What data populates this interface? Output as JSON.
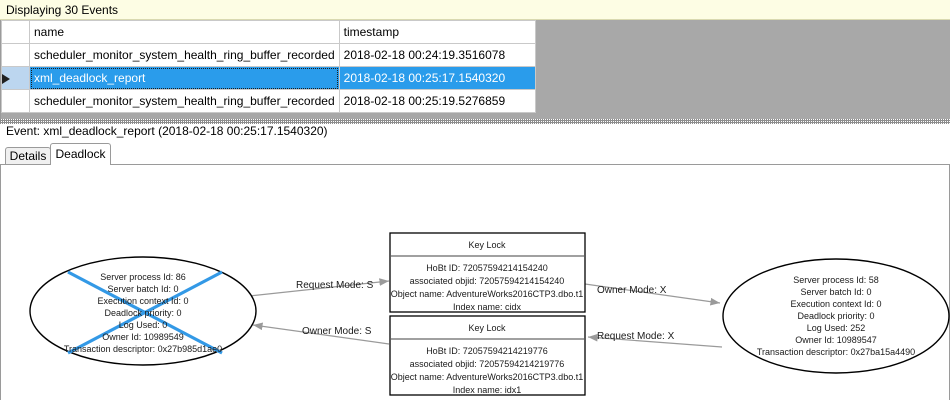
{
  "banner": {
    "text": "Displaying 30 Events"
  },
  "grid": {
    "columns": [
      {
        "key": "selector",
        "label": ""
      },
      {
        "key": "name",
        "label": "name"
      },
      {
        "key": "timestamp",
        "label": "timestamp"
      }
    ],
    "rows": [
      {
        "selected": false,
        "selector_icon": "",
        "name": "scheduler_monitor_system_health_ring_buffer_recorded",
        "timestamp": "2018-02-18 00:24:19.3516078"
      },
      {
        "selected": true,
        "selector_icon": "row-selector-triangle-icon",
        "name": "xml_deadlock_report",
        "timestamp": "2018-02-18 00:25:17.1540320"
      },
      {
        "selected": false,
        "selector_icon": "",
        "name": "scheduler_monitor_system_health_ring_buffer_recorded",
        "timestamp": "2018-02-18 00:25:19.5276859"
      }
    ]
  },
  "event_caption": "Event: xml_deadlock_report (2018-02-18 00:25:17.1540320)",
  "tabs": [
    {
      "label": "Details",
      "selected": false
    },
    {
      "label": "Deadlock",
      "selected": true
    }
  ],
  "colors": {
    "banner_bg": "#fdfde4",
    "selection_blue": "#2a9ceb",
    "selector_blue": "#bcd6ef",
    "grid_empty_gray": "#a8a8a8",
    "victim_cross": "#3399e6",
    "edge_gray": "#9a9a9a",
    "box_divider_gray": "#808080"
  },
  "deadlock_graph": {
    "processes": [
      {
        "id": "left-process-node",
        "is_victim": true,
        "lines": [
          "Server process Id: 86",
          "Server batch Id: 0",
          "Execution context Id: 0",
          "Deadlock priority: 0",
          "Log Used: 0",
          "Owner Id: 10989549",
          "Transaction descriptor: 0x27b985d1ae0"
        ]
      },
      {
        "id": "right-process-node",
        "is_victim": false,
        "lines": [
          "Server process Id: 58",
          "Server batch Id: 0",
          "Execution context Id: 0",
          "Deadlock priority: 0",
          "Log Used: 252",
          "Owner Id: 10989547",
          "Transaction descriptor: 0x27ba15a4490"
        ]
      }
    ],
    "resources": [
      {
        "id": "top-key-lock-node",
        "title": "Key Lock",
        "lines": [
          "HoBt ID: 72057594214154240",
          "associated objid: 72057594214154240",
          "Object name: AdventureWorks2016CTP3.dbo.t1",
          "Index name: cidx"
        ]
      },
      {
        "id": "bottom-key-lock-node",
        "title": "Key Lock",
        "lines": [
          "HoBt ID: 72057594214219776",
          "associated objid: 72057594214219776",
          "Object name: AdventureWorks2016CTP3.dbo.t1",
          "Index name: idx1"
        ]
      }
    ],
    "edges": [
      {
        "id": "edge-left-request-top",
        "label": "Request Mode: S"
      },
      {
        "id": "edge-top-owner-right",
        "label": "Owner Mode: X"
      },
      {
        "id": "edge-bottom-owner-left",
        "label": "Owner Mode: S"
      },
      {
        "id": "edge-right-request-bottom",
        "label": "Request Mode: X"
      }
    ]
  }
}
